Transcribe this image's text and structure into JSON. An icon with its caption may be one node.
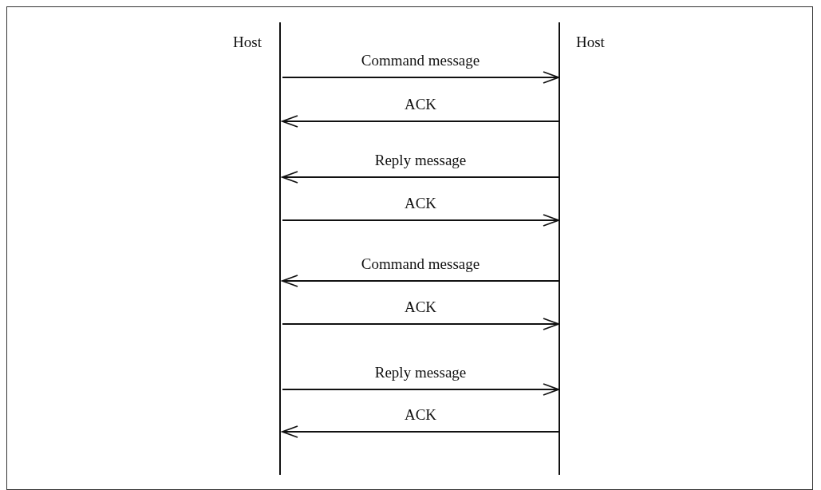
{
  "diagram": {
    "nodes": [
      {
        "text": [
          "Host"
        ]
      },
      {
        "text": [
          "Host"
        ]
      }
    ],
    "edges": [
      {
        "from": 0,
        "to": 1,
        "arrow": "to",
        "label": "Command message"
      },
      {
        "from": 1,
        "to": 0,
        "arrow": "to",
        "label": "ACK"
      },
      {
        "from": 1,
        "to": 0,
        "arrow": "to",
        "label": "Reply message"
      },
      {
        "from": 0,
        "to": 1,
        "arrow": "to",
        "label": "ACK"
      },
      {
        "from": 1,
        "to": 0,
        "arrow": "to",
        "label": "Command message"
      },
      {
        "from": 0,
        "to": 1,
        "arrow": "to",
        "label": "ACK"
      },
      {
        "from": 0,
        "to": 1,
        "arrow": "to",
        "label": "Reply message"
      },
      {
        "from": 1,
        "to": 0,
        "arrow": "to",
        "label": "ACK"
      }
    ]
  }
}
